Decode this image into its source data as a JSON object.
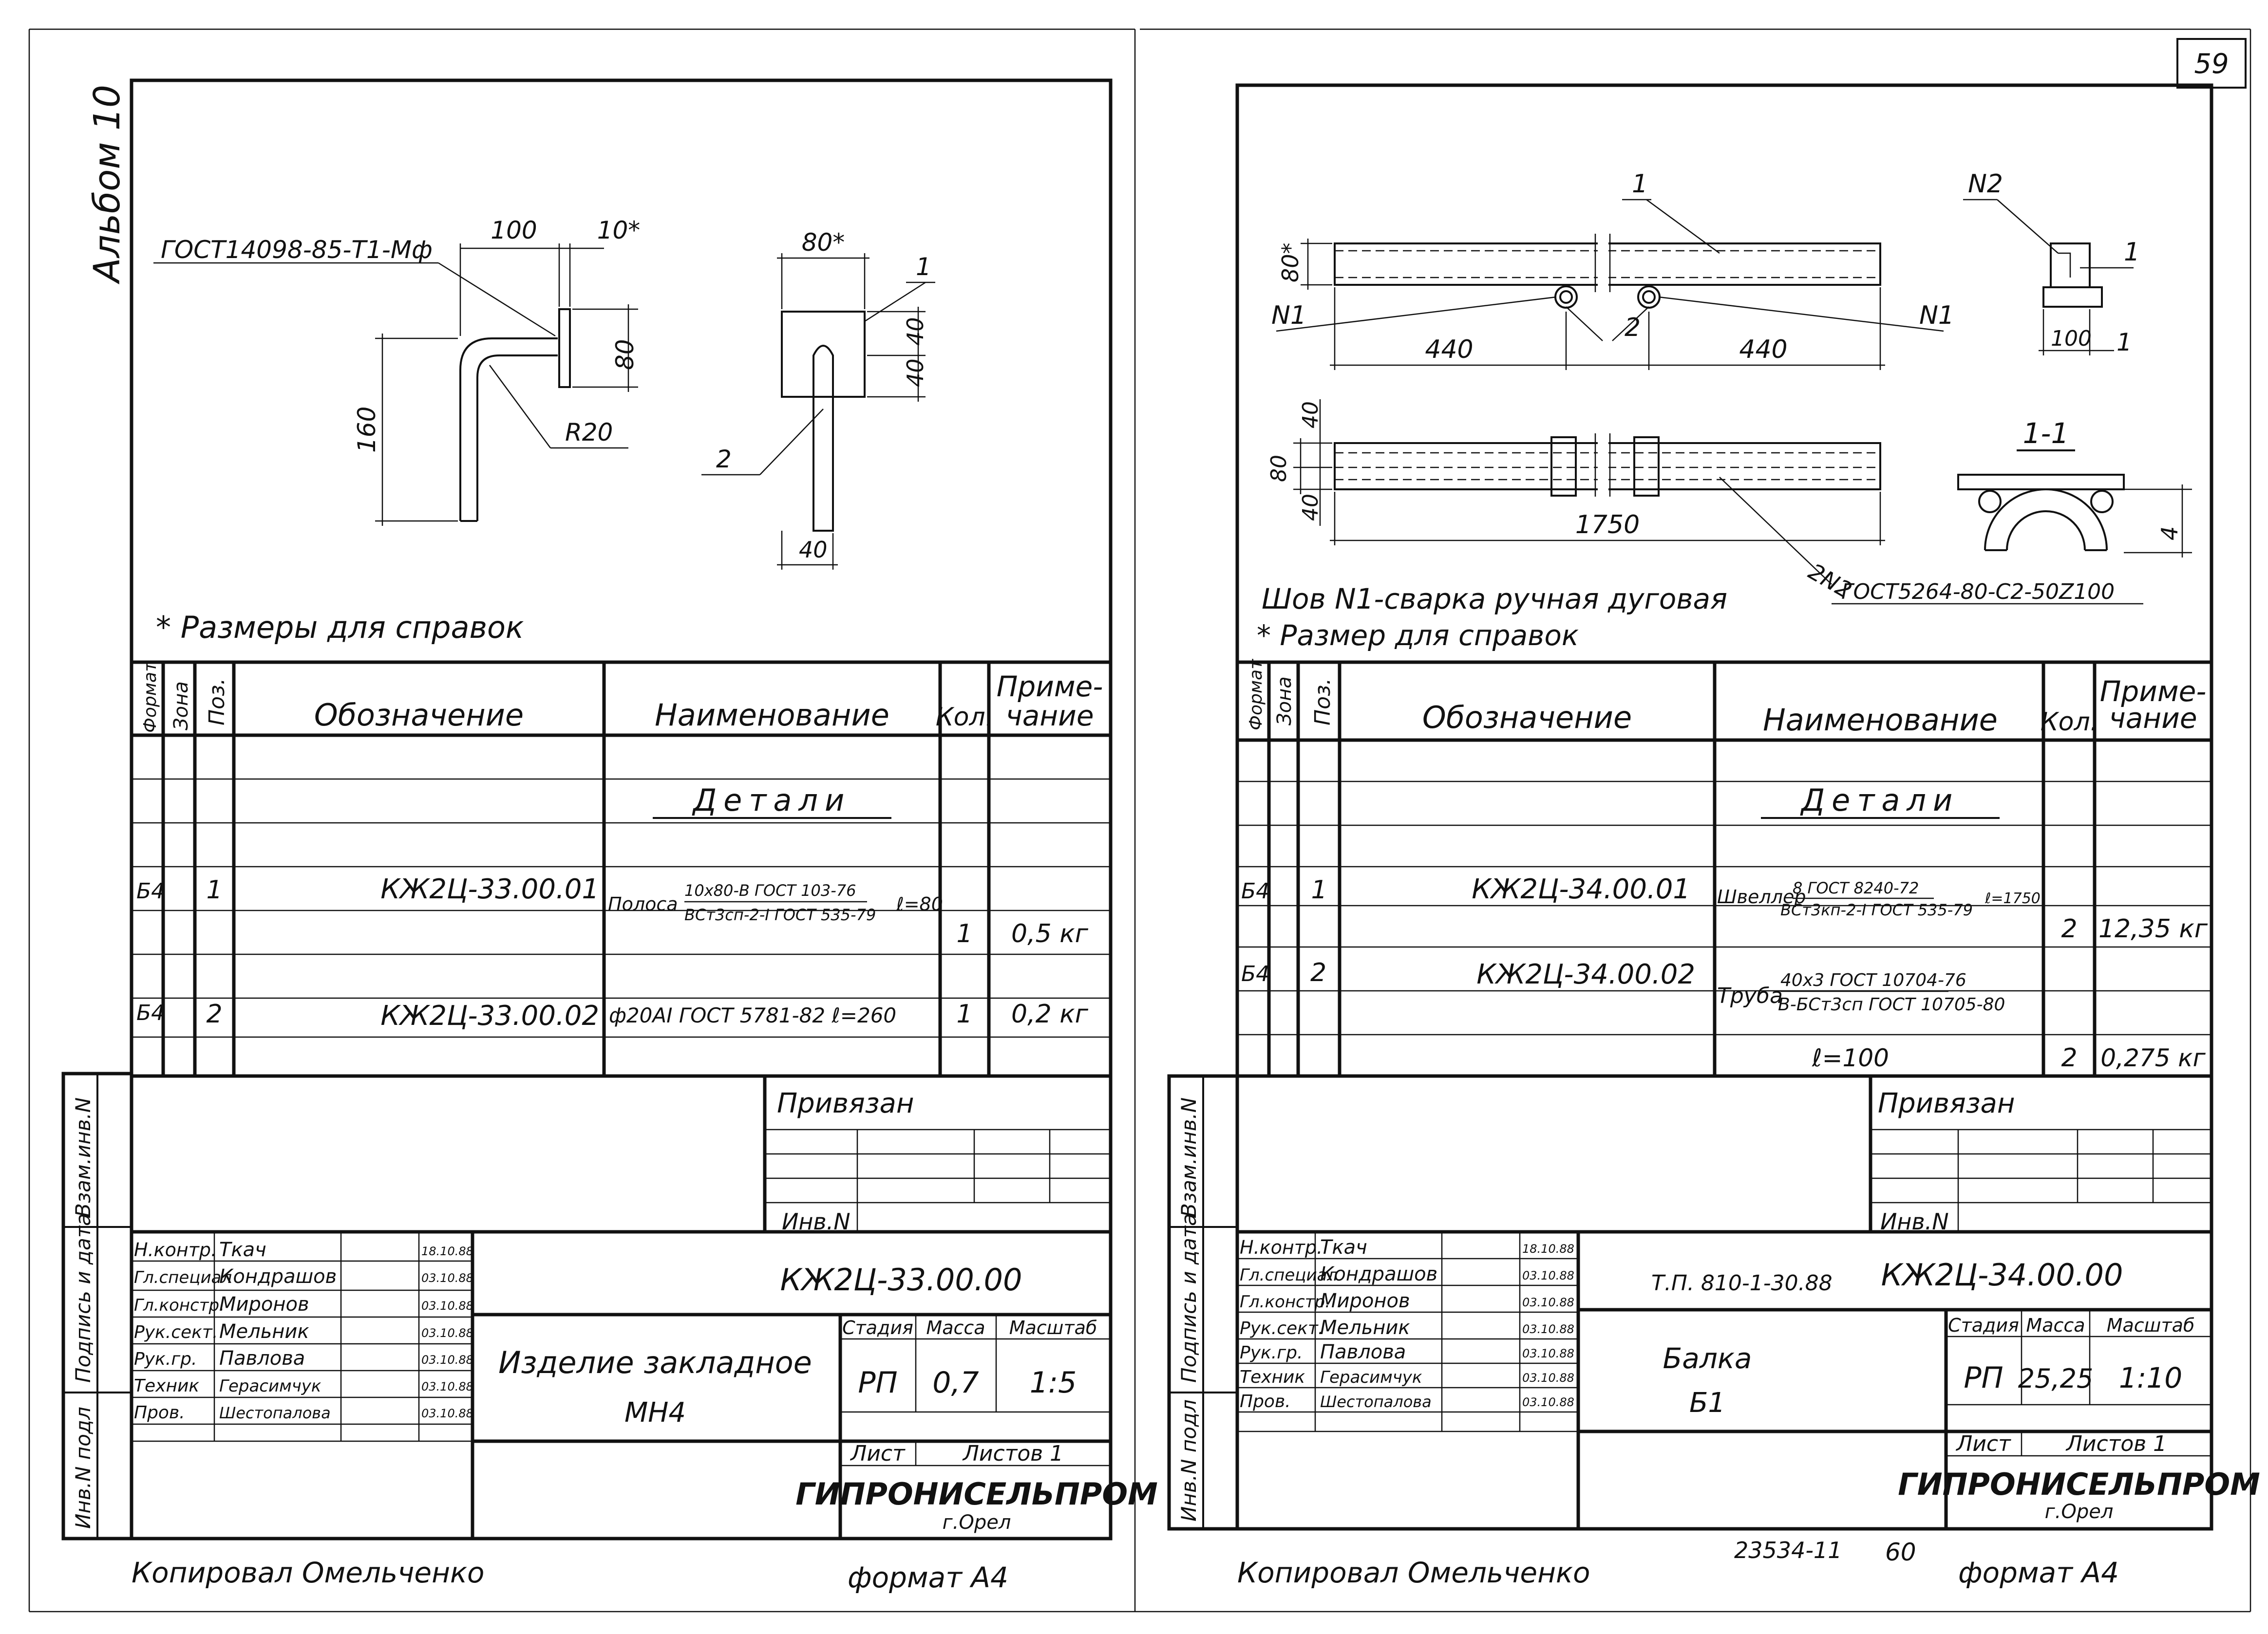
{
  "page_number": "59",
  "album_label": "Альбом 10",
  "sheet_bottom_text": "23534-11",
  "sheet_bottom_number": "60",
  "side_stamp_labels": {
    "inv_podl": "Инв.N подл",
    "podpis_data": "Подпись и дата",
    "vzam_inv": "Взам.инв.N"
  },
  "table_headers": {
    "format": "Формат",
    "zona": "Зона",
    "poz": "Поз.",
    "oboznachenie": "Обозначение",
    "naimenovanie": "Наименование",
    "kol": "Кол.",
    "primechanie_1": "Приме-",
    "primechanie_2": "чание"
  },
  "title_block_labels": {
    "privyazan": "Привязан",
    "inv_n": "Инв.N",
    "stadiya": "Стадия",
    "massa": "Масса",
    "masshtab": "Масштаб",
    "list": "Лист",
    "listov": "Листов 1",
    "org_name": "ГИПРОНИСЕЛЬПРОМ",
    "org_city": "г.Орел",
    "copied_by": "Копировал Омельченко",
    "format_label": "формат А4"
  },
  "signatories": [
    {
      "role": "Н.контр.",
      "name": "Ткач",
      "date": "18.10.88"
    },
    {
      "role": "Гл.специал",
      "name": "Кондрашов",
      "date": "03.10.88"
    },
    {
      "role": "Гл.констр.",
      "name": "Миронов",
      "date": "03.10.88"
    },
    {
      "role": "Рук.сект.",
      "name": "Мельник",
      "date": "03.10.88"
    },
    {
      "role": "Рук.гр.",
      "name": "Павлова",
      "date": "03.10.88"
    },
    {
      "role": "Техник",
      "name": "Герасимчук",
      "date": "03.10.88"
    },
    {
      "role": "Пров.",
      "name": "Шестопалова",
      "date": "03.10.88"
    }
  ],
  "left_sheet": {
    "drawing": {
      "gost_label": "ГОСТ14098-85-Т1-Мф",
      "dim_100": "100",
      "dim_10": "10*",
      "dim_80_top": "80*",
      "dim_80": "80",
      "dim_40a": "40",
      "dim_40b": "40",
      "dim_160": "160",
      "dim_r20": "R20",
      "dim_40_bottom": "40",
      "leader_1": "1",
      "leader_2": "2",
      "note": "* Размеры для справок"
    },
    "section_title": "Детали",
    "rows": [
      {
        "format": "Б4",
        "zona": "",
        "poz": "1",
        "oboznachenie": "КЖ2Ц-33.00.01",
        "naim_prefix": "Полоса",
        "naim_top": "10х80-В ГОСТ 103-76",
        "naim_bottom": "ВСт3сп-2-I ГОСТ 535-79",
        "naim_suffix": "ℓ=80",
        "kol": "1",
        "prim": "0,5 кг"
      },
      {
        "format": "Б4",
        "zona": "",
        "poz": "2",
        "oboznachenie": "КЖ2Ц-33.00.02",
        "naim_prefix": "",
        "naim_top": "ф20АI ГОСТ 5781-82 ℓ=260",
        "naim_bottom": "",
        "naim_suffix": "",
        "kol": "1",
        "prim": "0,2 кг"
      }
    ],
    "doc_code": "КЖ2Ц-33.00.00",
    "title_line1": "Изделие закладное",
    "title_line2": "МН4",
    "stadiya_value": "РП",
    "massa_value": "0,7",
    "masshtab_value": "1:5",
    "list_value": ""
  },
  "right_sheet": {
    "drawing": {
      "leader_1": "1",
      "leader_2": "2",
      "leader_n1_left": "N1",
      "leader_n1_right": "N1",
      "leader_n2": "N2",
      "dim_80_top": "80*",
      "dim_440_left": "440",
      "dim_440_right": "440",
      "dim_40_top": "40",
      "dim_80": "80",
      "dim_40_bottom": "40",
      "dim_1750": "1750",
      "leader_2n2": "2N2",
      "gost_weld": "ГОСТ5264-80-С2-50Z100",
      "section_label": "1-1",
      "n2_leader_1": "1",
      "n2_dim_100": "100",
      "n2_dim_1": "1",
      "section_dim_4": "4",
      "weld_note": "Шов N1-сварка ручная дуговая",
      "note": "* Размер для справок"
    },
    "section_title": "Детали",
    "rows": [
      {
        "format": "Б4",
        "zona": "",
        "poz": "1",
        "oboznachenie": "КЖ2Ц-34.00.01",
        "naim_prefix": "Швеллер",
        "naim_top": "8 ГОСТ 8240-72",
        "naim_bottom": "ВСт3кп-2-I ГОСТ 535-79",
        "naim_suffix": "ℓ=1750",
        "kol": "2",
        "prim": "12,35 кг"
      },
      {
        "format": "Б4",
        "zona": "",
        "poz": "2",
        "oboznachenie": "КЖ2Ц-34.00.02",
        "naim_prefix": "Труба",
        "naim_top": "40х3 ГОСТ 10704-76",
        "naim_bottom": "В-БСт3сп ГОСТ 10705-80",
        "naim_suffix": "",
        "kol": "",
        "prim": ""
      },
      {
        "format": "",
        "zona": "",
        "poz": "",
        "oboznachenie": "",
        "naim_prefix": "",
        "naim_top": "ℓ=100",
        "naim_bottom": "",
        "naim_suffix": "",
        "kol": "2",
        "prim": "0,275 кг"
      }
    ],
    "tp_code": "Т.П. 810-1-30.88",
    "doc_code": "КЖ2Ц-34.00.00",
    "title_line1": "Балка",
    "title_line2": "Б1",
    "stadiya_value": "РП",
    "massa_value": "25,25",
    "masshtab_value": "1:10"
  }
}
